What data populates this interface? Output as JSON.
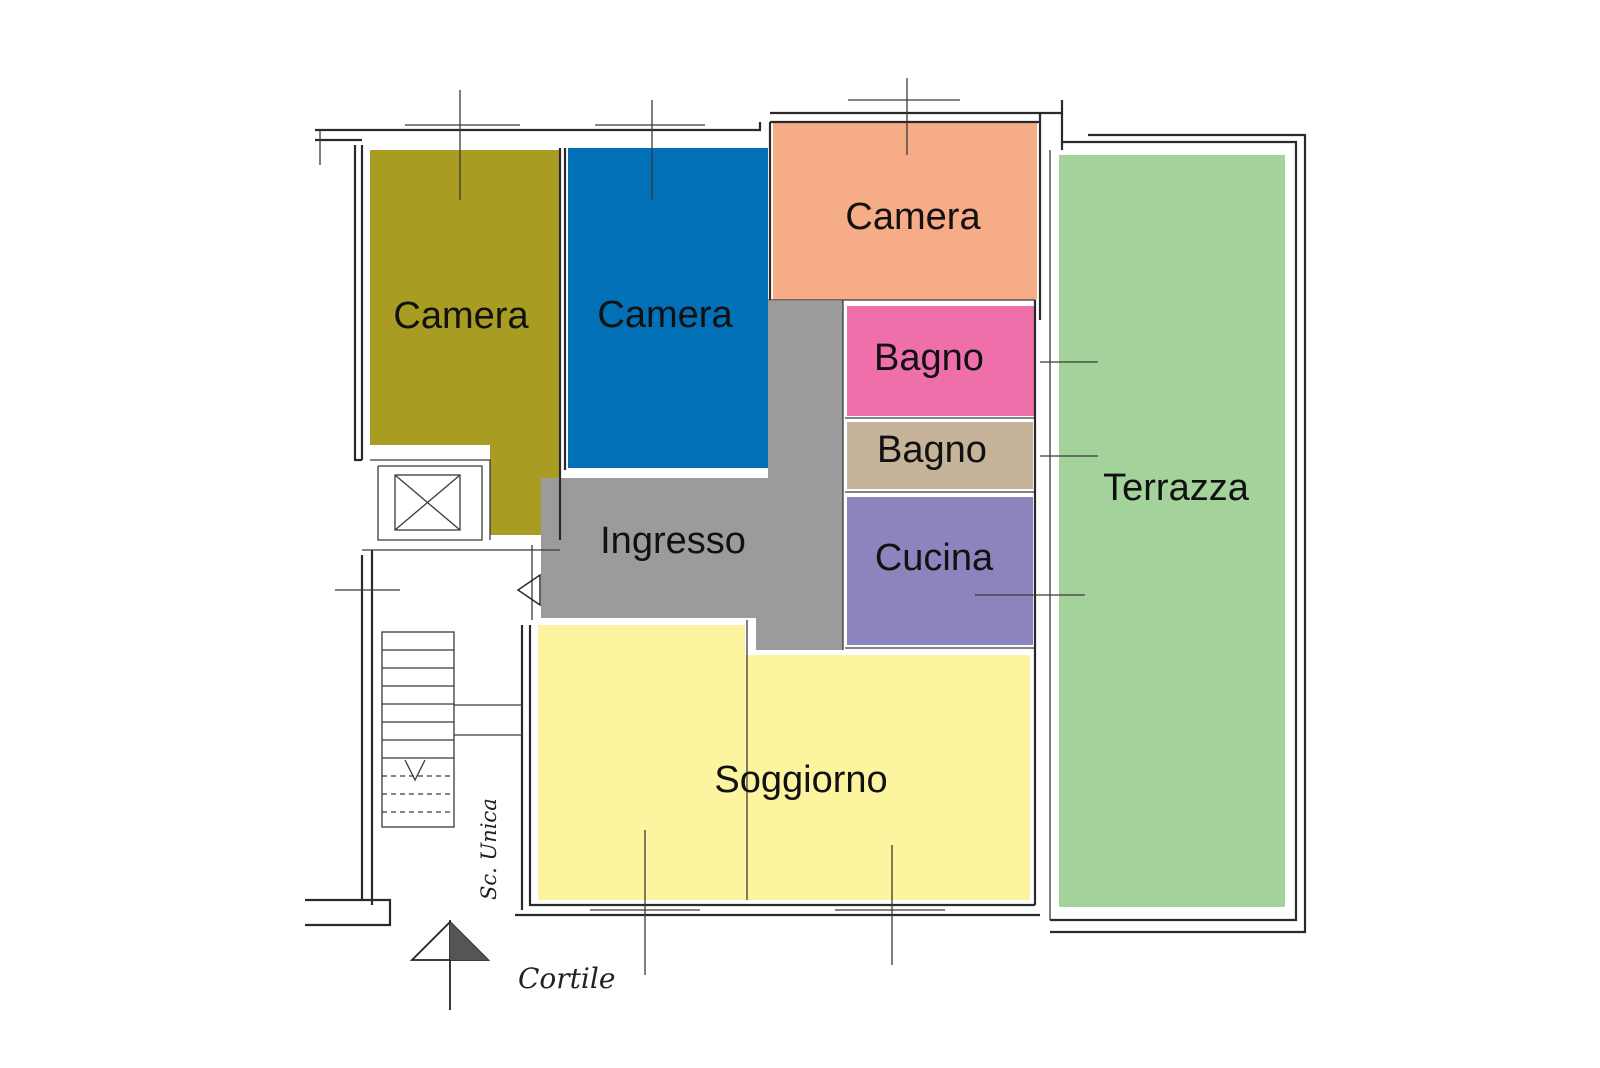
{
  "rooms": [
    {
      "id": "camera-1",
      "label": "Camera",
      "color": "#a89c22"
    },
    {
      "id": "camera-2",
      "label": "Camera",
      "color": "#0270b6"
    },
    {
      "id": "camera-3",
      "label": "Camera",
      "color": "#f6ac86"
    },
    {
      "id": "bagno-1",
      "label": "Bagno",
      "color": "#ee6fa9"
    },
    {
      "id": "bagno-2",
      "label": "Bagno",
      "color": "#c7b29a"
    },
    {
      "id": "cucina",
      "label": "Cucina",
      "color": "#8c85bd"
    },
    {
      "id": "ingresso",
      "label": "Ingresso",
      "color": "#9b9b9b"
    },
    {
      "id": "soggiorno",
      "label": "Soggiorno",
      "color": "#fcf49e"
    },
    {
      "id": "terrazza",
      "label": "Terrazza",
      "color": "#a3d39b"
    }
  ],
  "annotations": {
    "stair": "Sc. Unica",
    "courtyard": "Cortile"
  },
  "colors": {
    "wall": "#2a2a2a",
    "background": "#ffffff"
  }
}
